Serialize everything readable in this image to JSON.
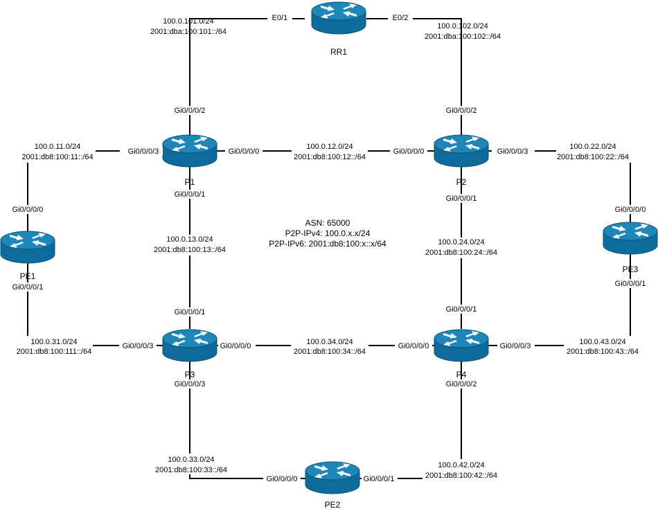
{
  "routers": {
    "rr1": "RR1",
    "p1": "P1",
    "p2": "P2",
    "p3": "P3",
    "p4": "P4",
    "pe1": "PE1",
    "pe2": "PE2",
    "pe3": "PE3"
  },
  "links": {
    "p1_rr1": {
      "ipv4": "100.0.101.0/24",
      "ipv6": "2001:dba:100:101::/64",
      "rr_iface": "E0/1",
      "p_iface": "Gi0/0/0/2"
    },
    "p2_rr1": {
      "ipv4": "100.0.102.0/24",
      "ipv6": "2001:dba:100:102::/64",
      "rr_iface": "E0/2",
      "p_iface": "Gi0/0/0/2"
    },
    "p1_p2": {
      "ipv4": "100.0.12.0/24",
      "ipv6": "2001:db8:100:12::/64",
      "p1_iface": "Gi0/0/0/0",
      "p2_iface": "Gi0/0/0/0"
    },
    "p1_pe1": {
      "ipv4": "100.0.11.0/24",
      "ipv6": "2001:db8:100:11::/64",
      "p1_iface": "Gi0/0/0/3",
      "pe1_iface": "Gi0/0/0/0"
    },
    "p1_p3": {
      "ipv4": "100.0.13.0/24",
      "ipv6": "2001:db8:100:13::/64",
      "p1_iface": "Gi0/0/0/1",
      "p3_iface": "Gi0/0/0/1"
    },
    "p2_p4": {
      "ipv4": "100.0.24.0/24",
      "ipv6": "2001:db8:100:24::/64",
      "p2_iface": "Gi0/0/0/1",
      "p4_iface": "Gi0/0/0/1"
    },
    "p2_pe3": {
      "ipv4": "100.0.22.0/24",
      "ipv6": "2001:db8:100:22::/64",
      "p2_iface": "Gi0/0/0/3",
      "pe3_iface": "Gi0/0/0/0"
    },
    "p3_pe1": {
      "ipv4": "100.0.31.0/24",
      "ipv6": "2001:db8:100:111::/64",
      "p3_iface": "Gi0/0/0/3",
      "pe1_iface": "Gi0/0/0/1"
    },
    "p3_p4": {
      "ipv4": "100.0.34.0/24",
      "ipv6": "2001:db8:100:34::/64",
      "p3_iface": "Gi0/0/0/0",
      "p4_iface": "Gi0/0/0/0"
    },
    "p4_pe3": {
      "ipv4": "100.0.43.0/24",
      "ipv6": "2001:db8:100:43::/64",
      "p4_iface": "Gi0/0/0/3",
      "pe3_iface": "Gi0/0/0/1"
    },
    "p3_pe2": {
      "ipv4": "100.0.33.0/24",
      "ipv6": "2001:db8:100:33::/64",
      "p3_iface": "Gi0/0/0/3",
      "pe2_iface": "Gi0/0/0/0"
    },
    "p4_pe2": {
      "ipv4": "100.0.42.0/24",
      "ipv6": "2001:db8:100:42::/64",
      "p4_iface": "Gi0/0/0/2",
      "pe2_iface": "Gi0/0/0/1"
    }
  },
  "notes": {
    "asn": "ASN: 65000",
    "p2p_ipv4": "P2P-IPv4: 100.0.x.x/24",
    "p2p_ipv6": "P2P-IPv6: 2001:db8:100:x::x/64"
  },
  "colors": {
    "router_body": "#0e6c9c",
    "router_top": "#1d87b9",
    "router_outline": "#0a5074",
    "link": "#000000"
  }
}
